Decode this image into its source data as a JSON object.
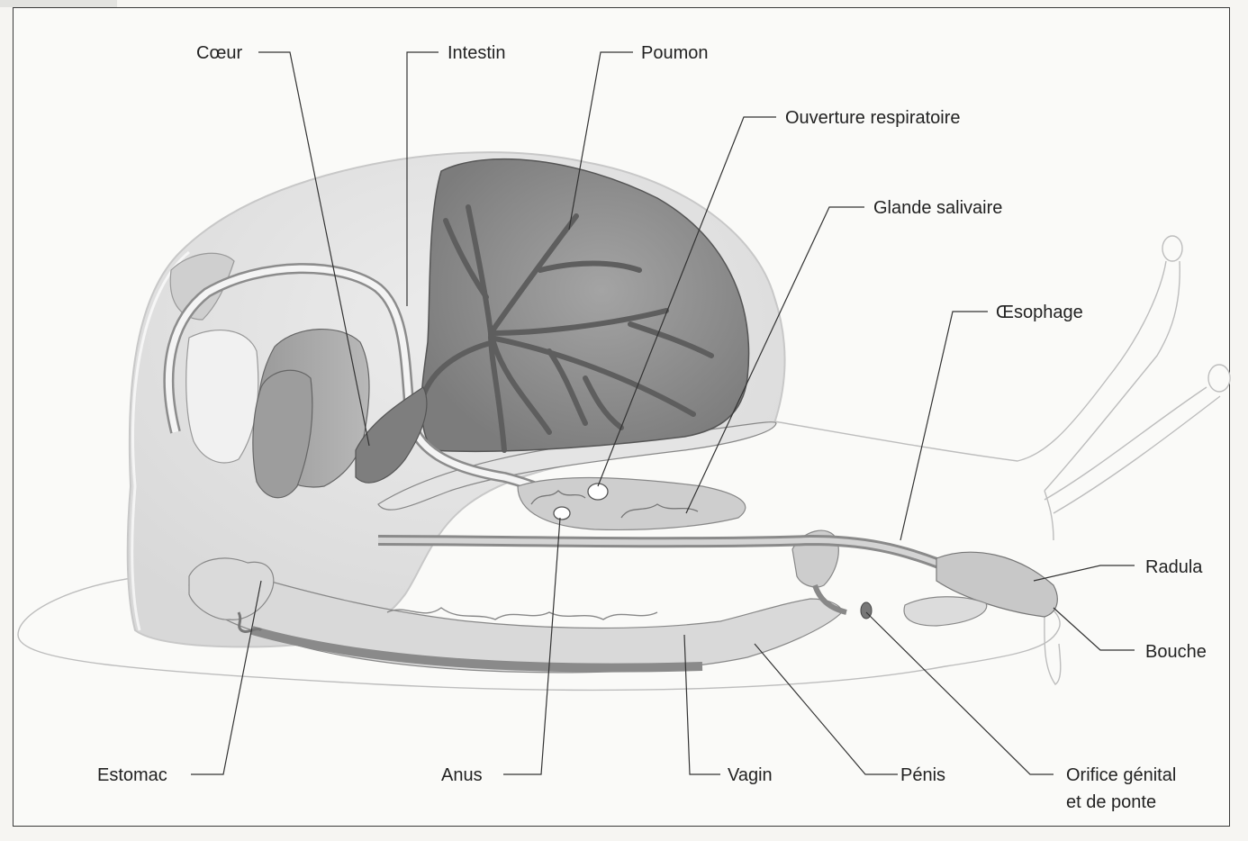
{
  "labels": {
    "coeur": "Cœur",
    "intestin": "Intestin",
    "poumon": "Poumon",
    "ouverture": "Ouverture respiratoire",
    "glande": "Glande salivaire",
    "oesophage": "Œsophage",
    "radula": "Radula",
    "bouche": "Bouche",
    "estomac": "Estomac",
    "anus": "Anus",
    "vagin": "Vagin",
    "penis": "Pénis",
    "orifice_line1": "Orifice génital",
    "orifice_line2": "et de ponte"
  }
}
